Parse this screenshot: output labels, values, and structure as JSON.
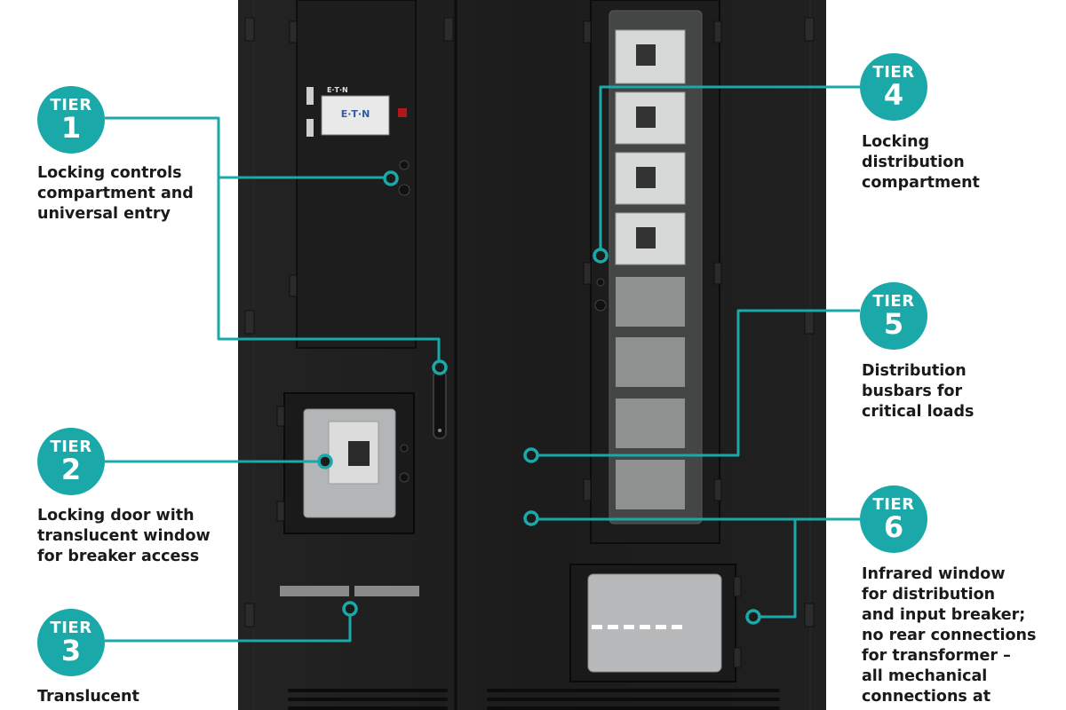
{
  "brand": {
    "logo_text": "E·T·N",
    "panel_logo_text": "E·T·N",
    "accent_color": "#1aa9a8",
    "cabinet_color": "#1b1b1b"
  },
  "tiers": [
    {
      "label": "TIER",
      "number": "1",
      "description": "Locking controls\ncompartment and\nuniversal entry"
    },
    {
      "label": "TIER",
      "number": "2",
      "description": "Locking door with\ntranslucent window\nfor breaker access"
    },
    {
      "label": "TIER",
      "number": "3",
      "description": "Translucent"
    },
    {
      "label": "TIER",
      "number": "4",
      "description": "Locking\ndistribution\ncompartment"
    },
    {
      "label": "TIER",
      "number": "5",
      "description": "Distribution\nbusbars for\ncritical loads"
    },
    {
      "label": "TIER",
      "number": "6",
      "description": "Infrared window\nfor distribution\nand input breaker;\nno rear connections\nfor transformer –\nall mechanical\nconnections at"
    }
  ]
}
